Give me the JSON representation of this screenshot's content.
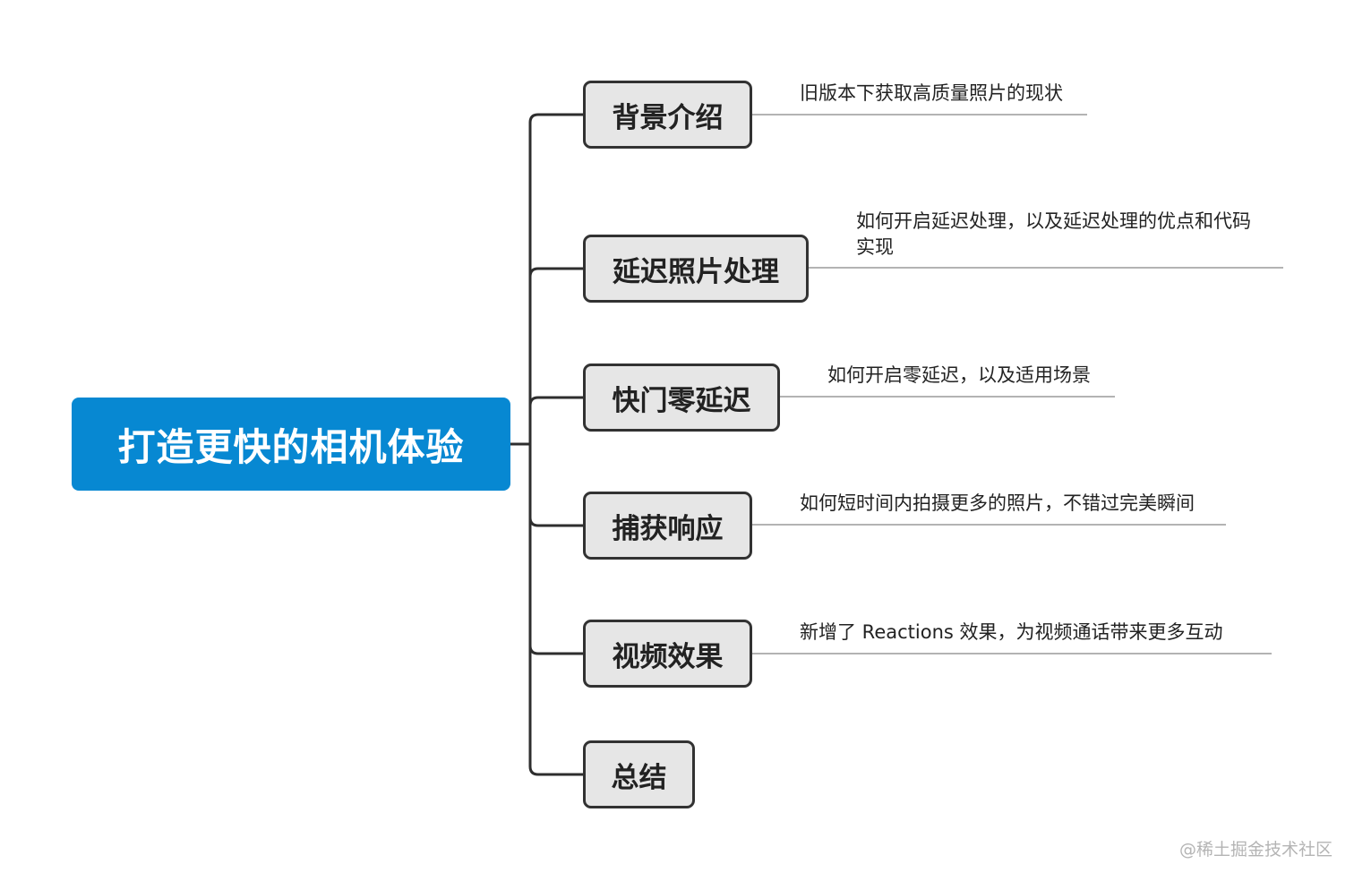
{
  "map": {
    "root": {
      "label": "打造更快的相机体验"
    },
    "topics": [
      {
        "id": "background",
        "label": "背景介绍",
        "note": "旧版本下获取高质量照片的现状"
      },
      {
        "id": "deferred",
        "label": "延迟照片处理",
        "note": "如何开启延迟处理，以及延迟处理的优点和代码\n实现"
      },
      {
        "id": "zero-lag",
        "label": "快门零延迟",
        "note": "如何开启零延迟，以及适用场景"
      },
      {
        "id": "responsive",
        "label": "捕获响应",
        "note": "如何短时间内拍摄更多的照片，不错过完美瞬间"
      },
      {
        "id": "video",
        "label": "视频效果",
        "note": "新增了 Reactions 效果，为视频通话带来更多互动"
      },
      {
        "id": "summary",
        "label": "总结",
        "note": ""
      }
    ]
  },
  "watermark": "@稀土掘金技术社区",
  "colors": {
    "root_fill": "#0788d2",
    "topic_fill": "#e6e6e6",
    "topic_border": "#323232",
    "connector": "#2e2e2e",
    "underline": "#9a9a9a"
  }
}
